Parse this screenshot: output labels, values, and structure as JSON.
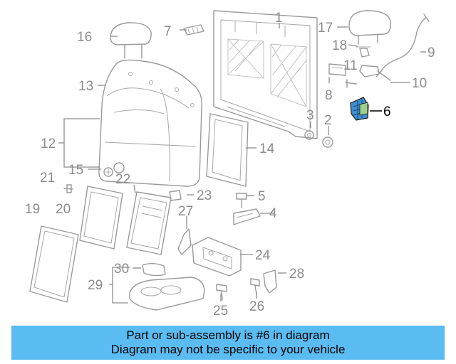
{
  "diagram": {
    "callouts": [
      "1",
      "2",
      "3",
      "4",
      "5",
      "6",
      "7",
      "8",
      "9",
      "10",
      "11",
      "12",
      "13",
      "14",
      "15",
      "16",
      "17",
      "18",
      "19",
      "20",
      "21",
      "22",
      "23",
      "24",
      "25",
      "26",
      "27",
      "28",
      "29",
      "30"
    ],
    "highlight_color": "#3f8fd0",
    "highlighted_callout": "6"
  },
  "banner": {
    "line1": "Part or sub-assembly is #6 in diagram",
    "line2": "Diagram may not be specific to your vehicle",
    "background": "#5bbcf2"
  }
}
